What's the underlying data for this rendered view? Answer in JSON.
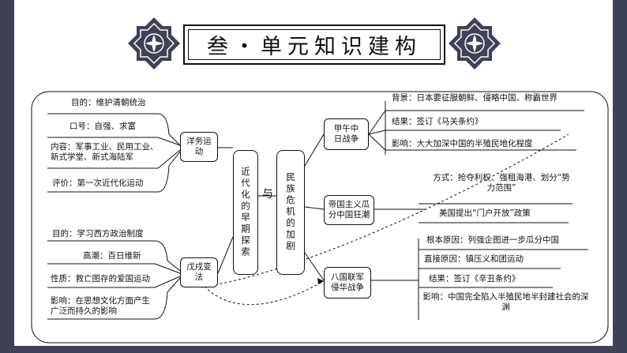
{
  "title": "叁・单元知识建构",
  "center": {
    "left_box": "近代化的早期探索",
    "connector": "与",
    "right_box": "民族危机的加剧"
  },
  "yangwu": {
    "label": "洋务运动",
    "items": [
      "目的：维护清朝统治",
      "口号：自强、求富",
      "内容：军事工业、民用工业、新式学堂、新式海陆军",
      "评价：第一次近代化运动"
    ]
  },
  "wuxu": {
    "label": "戊戌变法",
    "items": [
      "目的：学习西方政治制度",
      "高潮：百日维新",
      "性质：救亡图存的爱国运动",
      "影响：在思想文化方面产生广泛而持久的影响"
    ]
  },
  "jiawu": {
    "label": "甲午中日战争",
    "items": [
      "背景：日本要征服朝鲜、侵略中国、称霸世界",
      "结果：签订《马关条约》",
      "影响：大大加深中国的半殖民地化程度"
    ]
  },
  "guafen": {
    "label": "帝国主义瓜分中国狂潮",
    "items": [
      "方式：抢夺利权、强租海港、划分“势力范围”",
      "美国提出“门户开放”政策"
    ]
  },
  "baguo": {
    "label": "八国联军侵华战争",
    "items": [
      "根本原因：列强企图进一步瓜分中国",
      "直接原因：镇压义和团运动",
      "结果：签订《辛丑条约》",
      "影响：中国完全陷入半殖民地半封建社会的深渊"
    ]
  },
  "colors": {
    "frame": "#3d4256",
    "ink": "#111111"
  },
  "icons": [
    "ornament-left-icon",
    "ornament-right-icon"
  ]
}
